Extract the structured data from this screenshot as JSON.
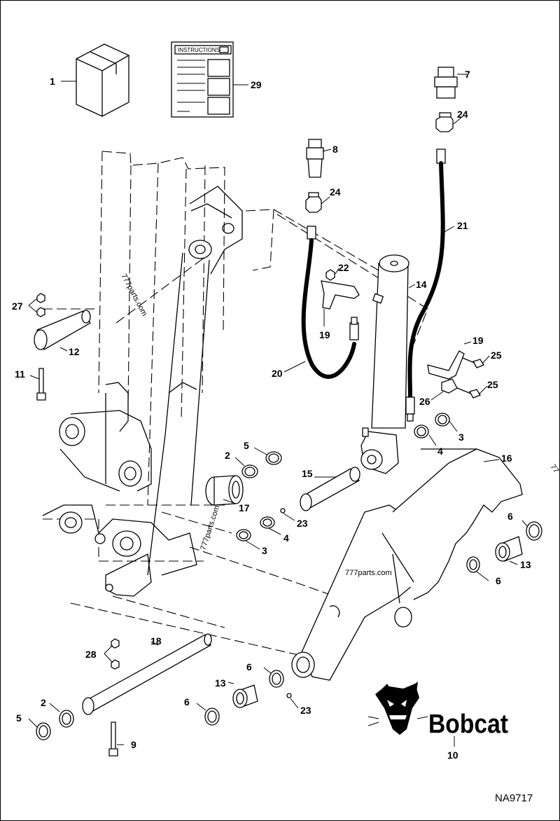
{
  "diagram": {
    "watermark": "777parts.com",
    "watermark_edge": "77",
    "instructions_label": "INSTRUCTIONS",
    "brand_name": "Bobcat",
    "drawing_id": "NA9717",
    "callouts": [
      {
        "id": "c1",
        "label": "1"
      },
      {
        "id": "c29",
        "label": "29"
      },
      {
        "id": "c7",
        "label": "7"
      },
      {
        "id": "c24a",
        "label": "24"
      },
      {
        "id": "c8",
        "label": "8"
      },
      {
        "id": "c24b",
        "label": "24"
      },
      {
        "id": "c21",
        "label": "21"
      },
      {
        "id": "c22",
        "label": "22"
      },
      {
        "id": "c14",
        "label": "14"
      },
      {
        "id": "c27",
        "label": "27"
      },
      {
        "id": "c12",
        "label": "12"
      },
      {
        "id": "c19a",
        "label": "19"
      },
      {
        "id": "c19b",
        "label": "19"
      },
      {
        "id": "c25a",
        "label": "25"
      },
      {
        "id": "c20",
        "label": "20"
      },
      {
        "id": "c11",
        "label": "11"
      },
      {
        "id": "c25b",
        "label": "25"
      },
      {
        "id": "c26",
        "label": "26"
      },
      {
        "id": "c3a",
        "label": "3"
      },
      {
        "id": "c4a",
        "label": "4"
      },
      {
        "id": "c5a",
        "label": "5"
      },
      {
        "id": "c2a",
        "label": "2"
      },
      {
        "id": "c16",
        "label": "16"
      },
      {
        "id": "c15",
        "label": "15"
      },
      {
        "id": "c17",
        "label": "17"
      },
      {
        "id": "c23a",
        "label": "23"
      },
      {
        "id": "c4b",
        "label": "4"
      },
      {
        "id": "c3b",
        "label": "3"
      },
      {
        "id": "c6a",
        "label": "6"
      },
      {
        "id": "c13a",
        "label": "13"
      },
      {
        "id": "c6b",
        "label": "6"
      },
      {
        "id": "c18",
        "label": "18"
      },
      {
        "id": "c28",
        "label": "28"
      },
      {
        "id": "c6c",
        "label": "6"
      },
      {
        "id": "c2b",
        "label": "2"
      },
      {
        "id": "c13b",
        "label": "13"
      },
      {
        "id": "c5b",
        "label": "5"
      },
      {
        "id": "c6d",
        "label": "6"
      },
      {
        "id": "c23b",
        "label": "23"
      },
      {
        "id": "c9",
        "label": "9"
      },
      {
        "id": "c10",
        "label": "10"
      }
    ]
  }
}
